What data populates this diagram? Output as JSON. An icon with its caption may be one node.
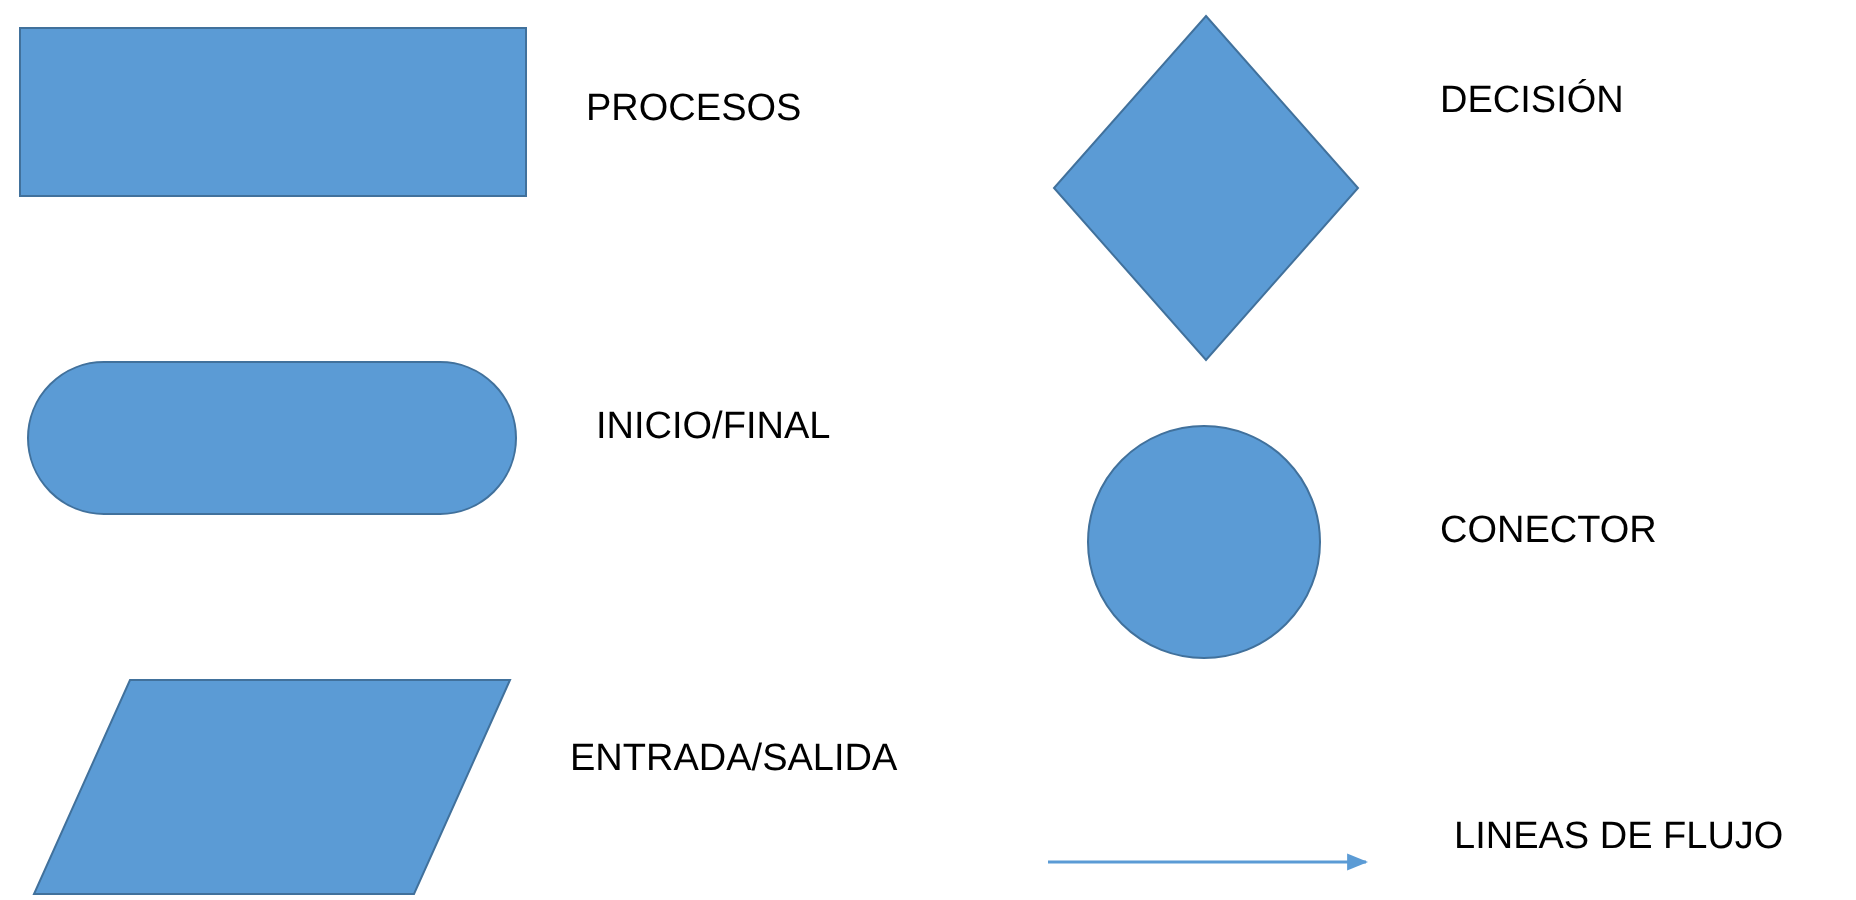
{
  "diagram": {
    "nodes": [
      {
        "text": [],
        "shape": "box",
        "beside": [
          "PROCESOS"
        ]
      },
      {
        "text": [],
        "shape": "diamond",
        "beside": [
          "DECISIÓN"
        ]
      },
      {
        "text": [],
        "shape": "stadium",
        "beside": [
          "INICIO/FINAL"
        ]
      },
      {
        "text": [],
        "shape": "circle",
        "beside": [
          "CONECTOR"
        ]
      },
      {
        "text": [],
        "shape": "parallelogram",
        "beside": [
          "ENTRADA/SALIDA"
        ]
      }
    ],
    "legend": [
      {
        "text": "LINEAS DE FLUJO"
      }
    ]
  }
}
